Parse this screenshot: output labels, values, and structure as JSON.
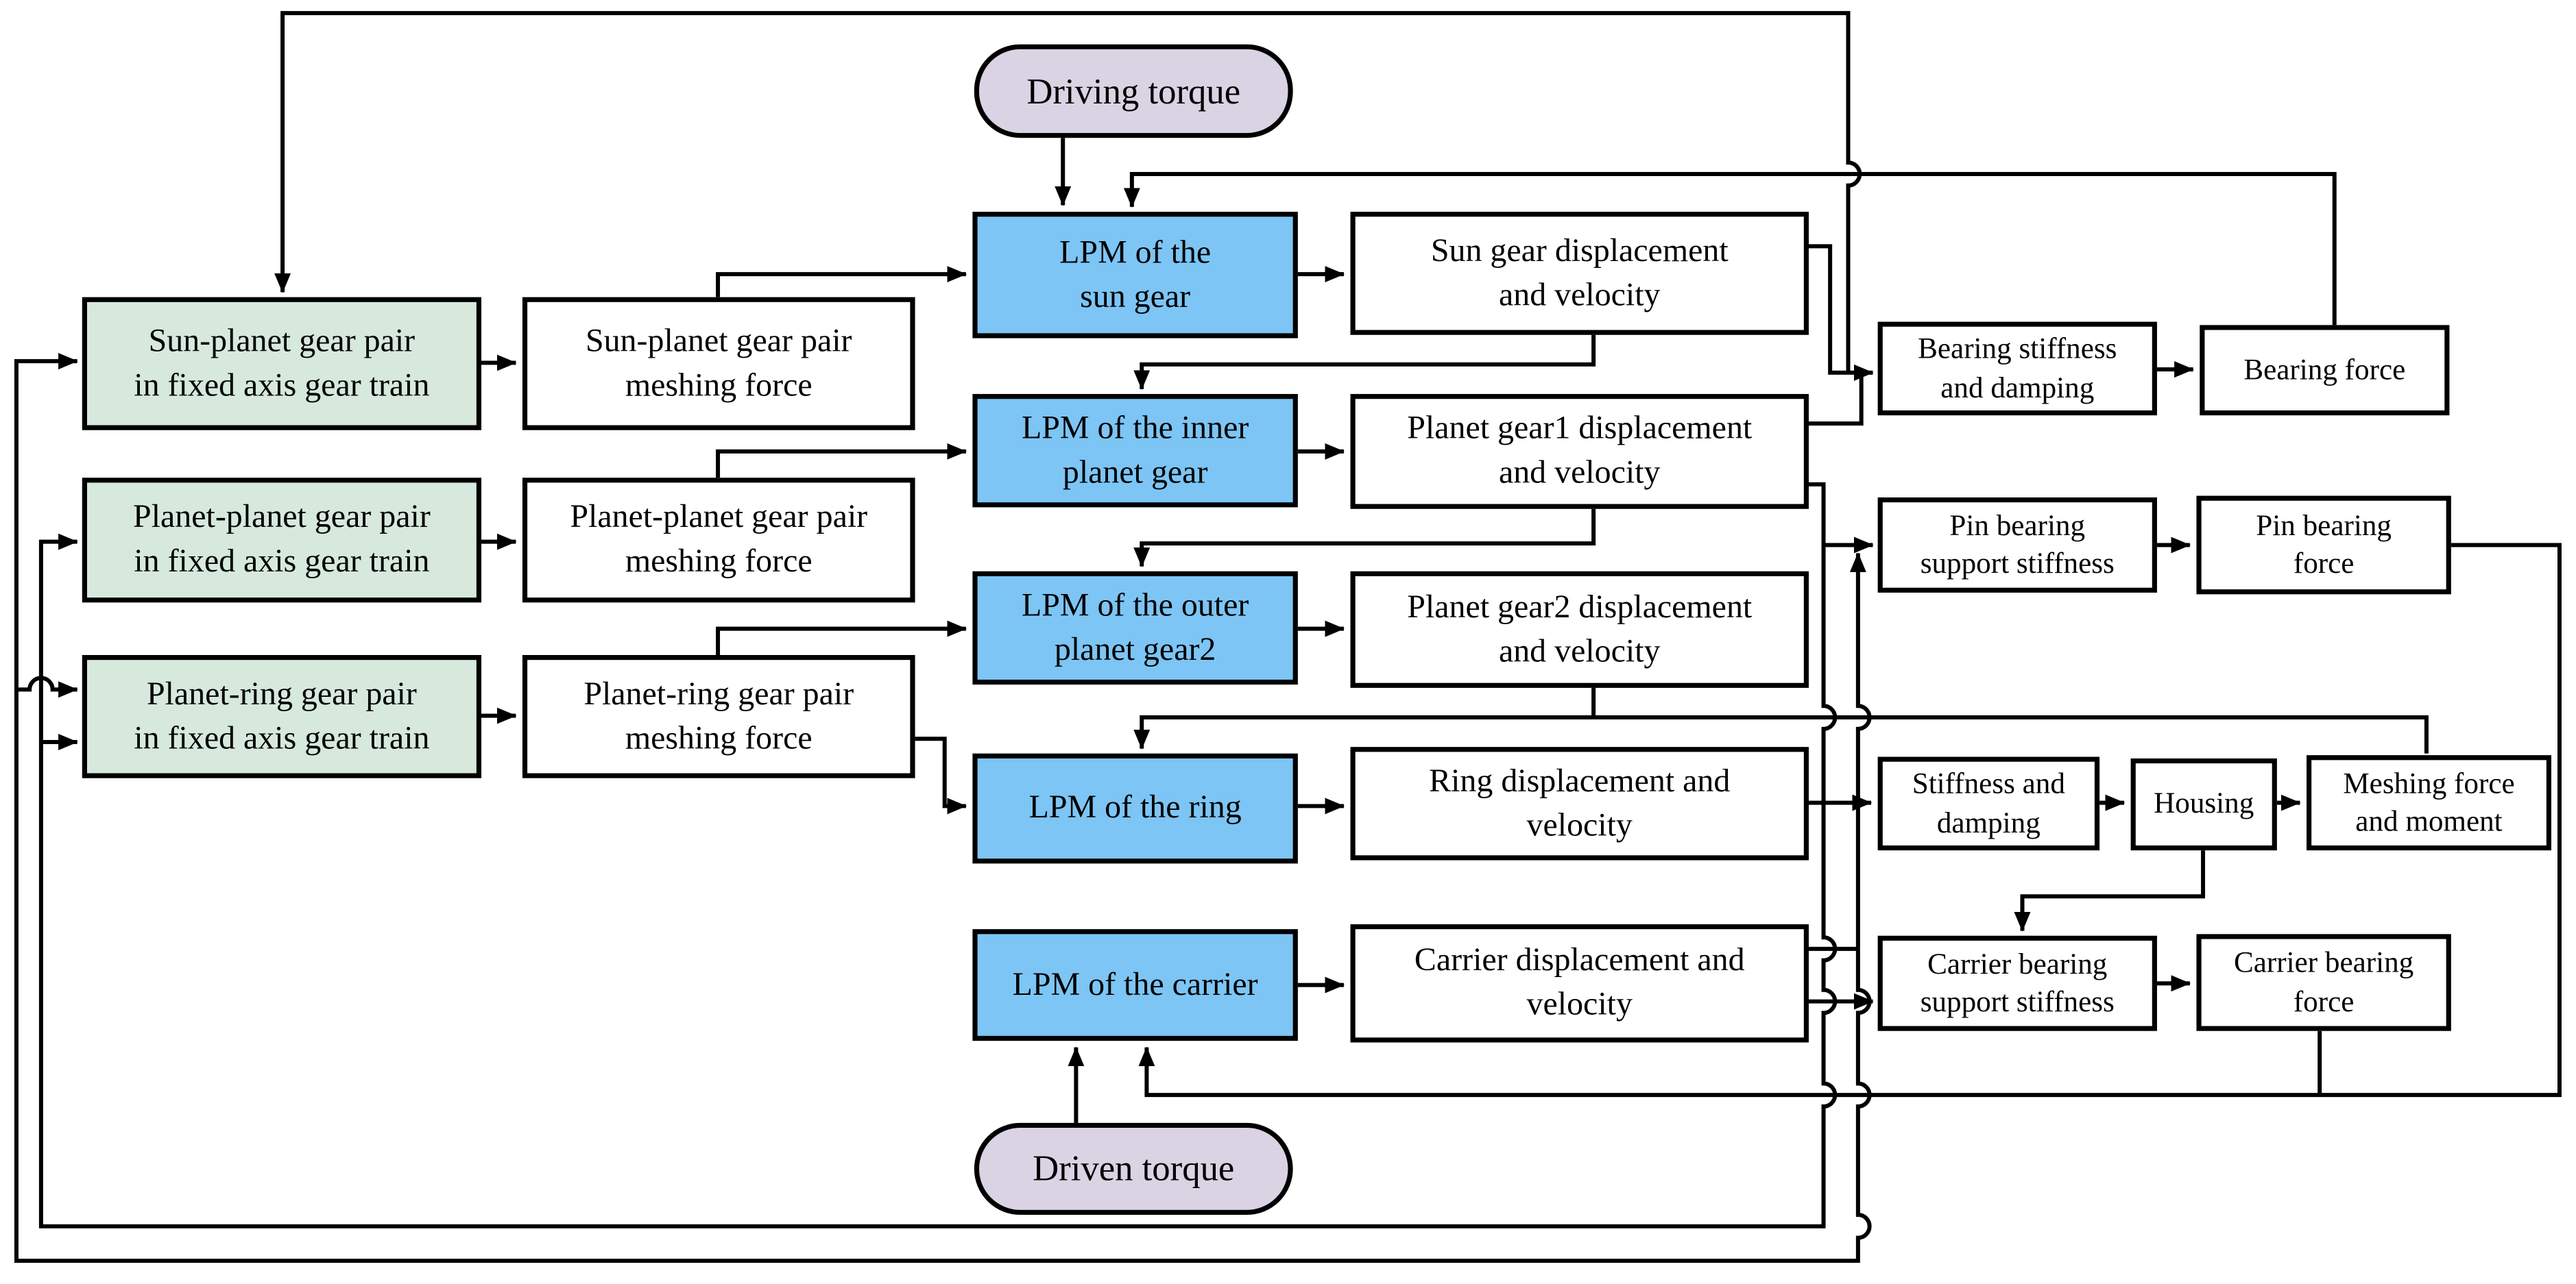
{
  "diagram": {
    "title_hint": "Lumped parameter model signal-flow diagram of a planetary gear train",
    "colors": {
      "ink": "#000000",
      "paper": "#ffffff",
      "gear_pair_fill": "#d6e9dc",
      "lpm_fill": "#7dc5f5",
      "torque_fill": "#d9d3e3"
    },
    "nodes": {
      "driving_torque": {
        "label": "Driving torque"
      },
      "driven_torque": {
        "label": "Driven torque"
      },
      "g1": {
        "label": "Sun-planet gear pair\nin fixed axis gear train"
      },
      "g2": {
        "label": "Planet-planet gear pair\nin fixed axis gear train"
      },
      "g3": {
        "label": "Planet-ring gear pair\nin fixed axis gear train"
      },
      "w1": {
        "label": "Sun-planet gear pair\nmeshing force"
      },
      "w2": {
        "label": "Planet-planet gear pair\nmeshing force"
      },
      "w3": {
        "label": "Planet-ring gear pair\nmeshing force"
      },
      "b1": {
        "label": "LPM of the\nsun gear"
      },
      "b2": {
        "label": "LPM of the inner\nplanet gear"
      },
      "b3": {
        "label": "LPM of the outer\nplanet gear2"
      },
      "b4": {
        "label": "LPM of the ring"
      },
      "b5": {
        "label": "LPM of the carrier"
      },
      "d1": {
        "label": "Sun gear displacement\nand velocity"
      },
      "d2": {
        "label": "Planet gear1 displacement\nand velocity"
      },
      "d3": {
        "label": "Planet gear2 displacement\nand velocity"
      },
      "d4": {
        "label": "Ring displacement and\nvelocity"
      },
      "d5": {
        "label": "Carrier displacement and\nvelocity"
      },
      "r1a": {
        "label": "Bearing stiffness\nand damping"
      },
      "r1b": {
        "label": "Bearing force"
      },
      "r2a": {
        "label": "Pin bearing\nsupport stiffness"
      },
      "r2b": {
        "label": "Pin bearing\nforce"
      },
      "r3a": {
        "label": "Stiffness and\ndamping"
      },
      "r3b": {
        "label": "Housing"
      },
      "r3c": {
        "label": "Meshing force\nand moment"
      },
      "r4a": {
        "label": "Carrier bearing\nsupport stiffness"
      },
      "r4b": {
        "label": "Carrier bearing\nforce"
      }
    }
  }
}
